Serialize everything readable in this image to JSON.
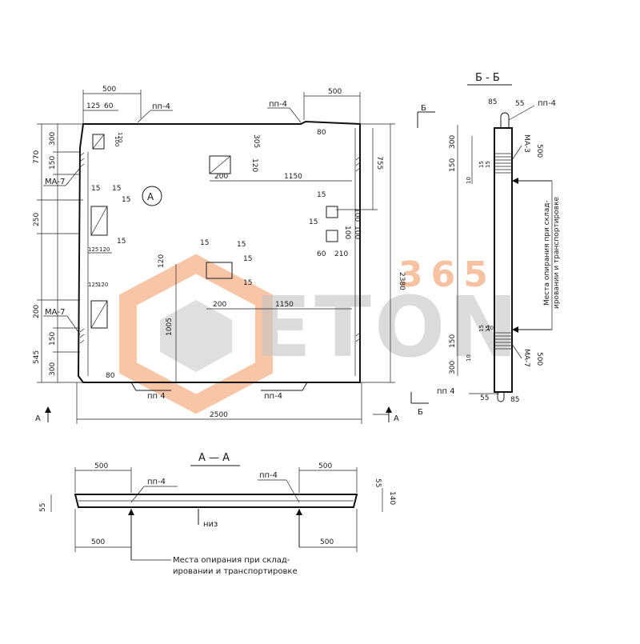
{
  "watermark": {
    "number": "365",
    "word": "ETON",
    "colors": {
      "orange": "#f6b38a",
      "gray": "#c4c4c4"
    }
  },
  "main_view": {
    "mark": "А",
    "width_dim": "2500",
    "height_dim": "2380",
    "right_dim_upper": "755",
    "top_left_dims": [
      "500",
      "125",
      "60"
    ],
    "top_right_dim": "500",
    "left_dims": [
      "770",
      "300",
      "150",
      "250",
      "200",
      "150",
      "300",
      "545"
    ],
    "inner_dims": [
      "305",
      "120",
      "1150",
      "200",
      "120",
      "1005",
      "200",
      "1150",
      "80",
      "80",
      "60",
      "210",
      "15",
      "15",
      "15",
      "15",
      "15",
      "15",
      "15",
      "15",
      "15",
      "15",
      "100",
      "100",
      "100",
      "125",
      "120",
      "125",
      "120",
      "120",
      "100"
    ],
    "labels": {
      "pp4_tl": "пп-4",
      "pp4_tr": "пп-4",
      "pp4_bl": "пп 4",
      "pp4_br": "пп-4",
      "ma7_upper": "МА-7",
      "ma7_lower": "МА-7"
    },
    "section_markers": {
      "left": "А",
      "right": "А"
    }
  },
  "section_b": {
    "title": "Б - Б",
    "marker_top": "Б",
    "marker_bottom": "Б",
    "dims": [
      "85",
      "55",
      "300",
      "150",
      "10",
      "15",
      "15",
      "500",
      "150",
      "10",
      "15",
      "15",
      "10",
      "300",
      "500",
      "55",
      "85"
    ],
    "labels": {
      "pp4_top": "пп-4",
      "pp4_bottom": "пп 4",
      "ma3": "МА-3",
      "ma7": "МА-7",
      "note": [
        "Места опирания при склад-",
        "ировании и транспортировке"
      ]
    }
  },
  "section_a": {
    "title": "А — А",
    "dims": [
      "500",
      "500",
      "55",
      "55",
      "140",
      "500",
      "500"
    ],
    "labels": {
      "pp4_left": "пп-4",
      "pp4_right": "пп-4",
      "bottom": "низ"
    },
    "note": [
      "Места опирания при склад-",
      "ировании и транспортировке"
    ]
  }
}
